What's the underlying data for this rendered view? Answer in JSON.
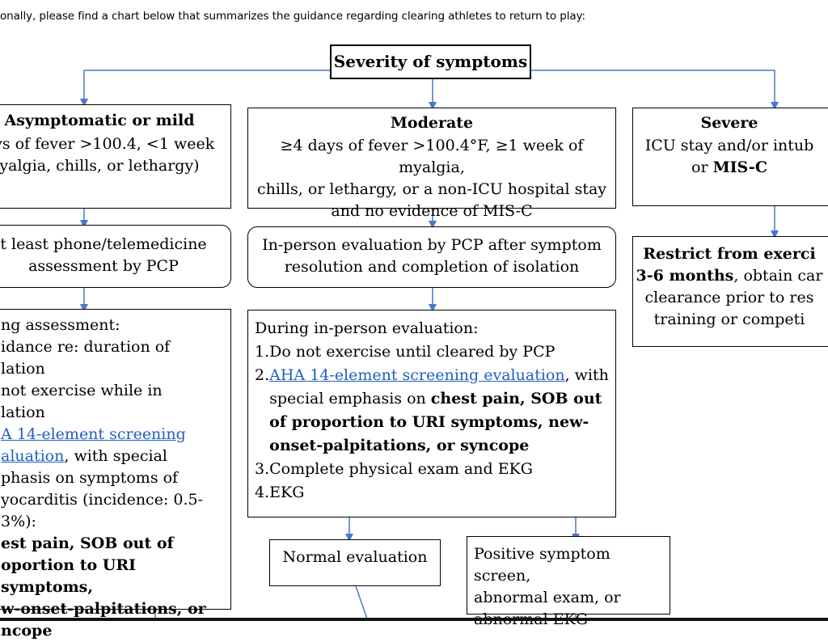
{
  "intro": "onally, please find a chart below that summarizes the guidance regarding clearing athletes to return to play:",
  "top": {
    "title": "Severity of symptoms"
  },
  "mild": {
    "title": "Asymptomatic or mild",
    "line1": "ays of fever >100.4, <1 week",
    "line2": "yalgia, chills, or lethargy)"
  },
  "moderate": {
    "title": "Moderate",
    "line1": "≥4 days of fever >100.4°F, ≥1 week of myalgia,",
    "line2": "chills, or lethargy, or a non-ICU hospital stay",
    "line3": "and no evidence of MIS-C"
  },
  "severe": {
    "title": "Severe",
    "line1": "ICU stay and/or intub",
    "line2_prefix": "or ",
    "line2_bold": "MIS-C"
  },
  "mild_assess": {
    "line1": "t least phone/telemedicine",
    "line2": "assessment by PCP"
  },
  "moderate_assess": {
    "line1": "In-person evaluation by PCP after symptom",
    "line2": "resolution and completion of isolation"
  },
  "severe_assess": {
    "line1": "Restrict from exerci",
    "line2_bold": "3-6 months",
    "line2_rest": ", obtain car",
    "line3": "clearance prior to res",
    "line4": "training or competi"
  },
  "mild_detail": {
    "l1": "ng assessment:",
    "l2": "idance re: duration of",
    "l3": "lation",
    "l4": "not exercise while in",
    "l5": "lation",
    "l6_link": "A 14-element screening",
    "l7_link": "aluation",
    "l7_rest": ", with special",
    "l8": "phasis on symptoms of",
    "l9": "yocarditis (incidence: 0.5-3%):",
    "l10": "est pain, SOB out of",
    "l11": "oportion to URI symptoms,",
    "l12": "w-onset-palpitations, or",
    "l13": "ncope"
  },
  "moderate_detail": {
    "header": "During in-person evaluation:",
    "items": [
      {
        "num": "1.",
        "text": "Do not exercise until cleared by PCP"
      },
      {
        "num": "2.",
        "link": "AHA 14-element screening evaluation",
        "rest": ", with",
        "line2_plain": "special emphasis on ",
        "line2_bold": "chest pain, SOB out",
        "line3_bold": "of proportion to URI symptoms, new-",
        "line4_bold": "onset-palpitations, or syncope"
      },
      {
        "num": "3.",
        "text": "Complete physical exam and EKG"
      },
      {
        "num": "4.",
        "text": "EKG"
      }
    ]
  },
  "normal": {
    "label": "Normal evaluation"
  },
  "positive": {
    "line1": "Positive symptom screen,",
    "line2": "abnormal exam, or",
    "line3": "abnormal EKG"
  },
  "colors": {
    "arrow": "#4a78c8",
    "link": "#1f5fbf",
    "border": "#000000"
  }
}
